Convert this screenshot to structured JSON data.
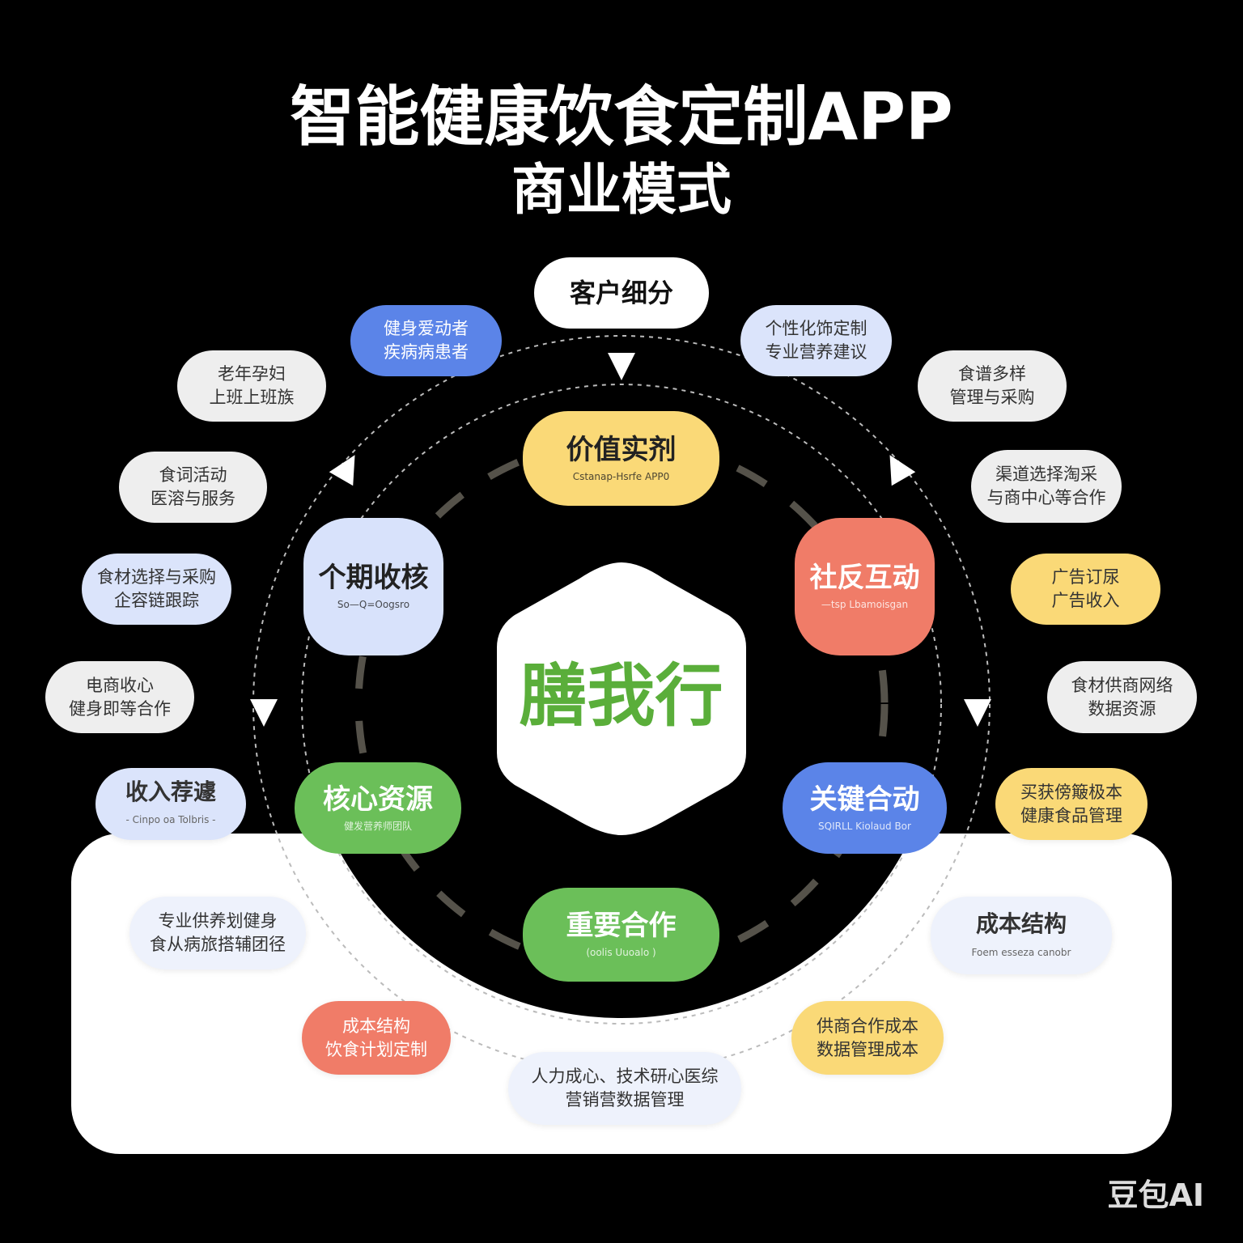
{
  "title": "智能健康饮食定制APP",
  "subtitle": "商业模式",
  "center": "膳我行",
  "top_node": "客户细分",
  "core": [
    {
      "h": "价值实剂",
      "s": "Cstanap-Hsrfe APP0"
    },
    {
      "h": "个期收核",
      "s": "So—Q=Oogsro"
    },
    {
      "h": "社反互动",
      "s": "—tsp Lbamoisgan"
    },
    {
      "h": "核心资源",
      "s": "健发营养师团队"
    },
    {
      "h": "关键合动",
      "s": "SQIRLL Kiolaud Bor"
    },
    {
      "h": "重要合作",
      "s": "(oolis Uuoalo )"
    }
  ],
  "pills": [
    {
      "l1": "健身爱动者",
      "l2": "疾病病患者"
    },
    {
      "l1": "个性化饰定制",
      "l2": "专业营养建议"
    },
    {
      "l1": "老年孕妇",
      "l2": "上班上班族"
    },
    {
      "l1": "食谱多样",
      "l2": "管理与采购"
    },
    {
      "l1": "食词活动",
      "l2": "医溶与服务"
    },
    {
      "l1": "渠道选择淘采",
      "l2": "与商中心等合作"
    },
    {
      "l1": "食材选择与采购",
      "l2": "企容链跟踪"
    },
    {
      "l1": "广告订尿",
      "l2": "广告收入"
    },
    {
      "l1": "电商收心",
      "l2": "健身即等合作"
    },
    {
      "l1": "食材供商网络",
      "l2": "数据资源"
    },
    {
      "l1": "收入荐遽",
      "l2": "- Cinpo oa Tolbris -"
    },
    {
      "l1": "买获傍簸极本",
      "l2": "健康食品管理"
    },
    {
      "l1": "专业供养划健身",
      "l2": "食从病旅搭辅团径"
    },
    {
      "l1": "成本结构",
      "l2": "Foem esseza canobr"
    },
    {
      "l1": "成本结构",
      "l2": "饮食计划定制"
    },
    {
      "l1": "人力成心、技术研心医综",
      "l2": "营销营数据管理"
    },
    {
      "l1": "供商合作成本",
      "l2": "数据管理成本"
    }
  ],
  "watermark": "豆包AI",
  "colors": {
    "blue": "#5b84e8",
    "lightblue": "#dbe4fb",
    "yellow": "#fad977",
    "coral": "#f07c68",
    "green": "#6bbf59",
    "gray": "#eeeeee"
  }
}
